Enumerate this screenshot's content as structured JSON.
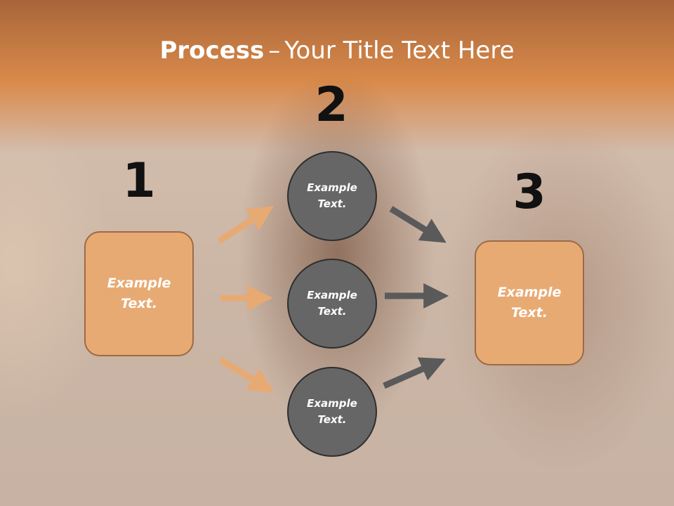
{
  "title": {
    "bold": "Process",
    "dash": "–",
    "rest": "Your Title Text Here"
  },
  "steps": [
    {
      "number": "1",
      "line1": "Example",
      "line2": "Text."
    },
    {
      "number": "2"
    },
    {
      "number": "3",
      "line1": "Example",
      "line2": "Text."
    }
  ],
  "circles": [
    {
      "line1": "Example",
      "line2": "Text."
    },
    {
      "line1": "Example",
      "line2": "Text."
    },
    {
      "line1": "Example",
      "line2": "Text."
    }
  ],
  "colors": {
    "box_fill": "#e8aa73",
    "circle_fill": "#666666",
    "orange_arrow": "#e8aa73",
    "gray_arrow": "#5a5a5a",
    "title_band": "#d98a4a"
  }
}
